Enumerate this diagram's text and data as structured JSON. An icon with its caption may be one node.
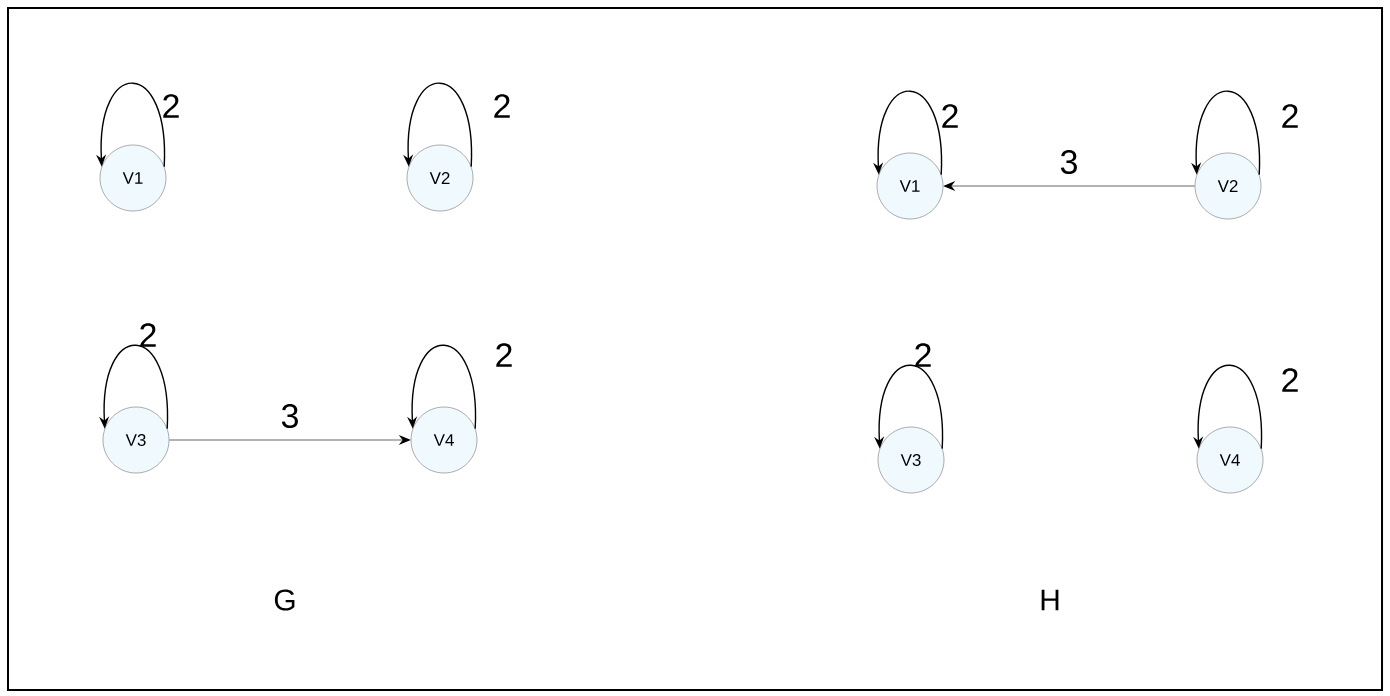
{
  "diagram": {
    "nodes": [
      {
        "text": [
          "V1"
        ]
      },
      {
        "text": [
          "V2"
        ]
      },
      {
        "text": [
          "V3"
        ]
      },
      {
        "text": [
          "V4"
        ]
      },
      {
        "text": [
          "V1"
        ]
      },
      {
        "text": [
          "V2"
        ]
      },
      {
        "text": [
          "V3"
        ]
      },
      {
        "text": [
          "V4"
        ]
      }
    ],
    "edges": [
      {
        "from": 0,
        "to": 0,
        "arrow": "to",
        "label": "2"
      },
      {
        "from": 1,
        "to": 1,
        "arrow": "to",
        "label": "2"
      },
      {
        "from": 2,
        "to": 2,
        "arrow": "to",
        "label": "2"
      },
      {
        "from": 3,
        "to": 3,
        "arrow": "to",
        "label": "2"
      },
      {
        "from": 2,
        "to": 3,
        "arrow": "to",
        "label": "3",
        "color": "#9a9a9a"
      },
      {
        "from": 4,
        "to": 4,
        "arrow": "to",
        "label": "2"
      },
      {
        "from": 5,
        "to": 5,
        "arrow": "to",
        "label": "2"
      },
      {
        "from": 6,
        "to": 6,
        "arrow": "to",
        "label": "2"
      },
      {
        "from": 7,
        "to": 7,
        "arrow": "to",
        "label": "2"
      },
      {
        "from": 5,
        "to": 4,
        "arrow": "to",
        "label": "3",
        "color": "#9a9a9a"
      }
    ],
    "labels": [
      "G",
      "H"
    ]
  }
}
